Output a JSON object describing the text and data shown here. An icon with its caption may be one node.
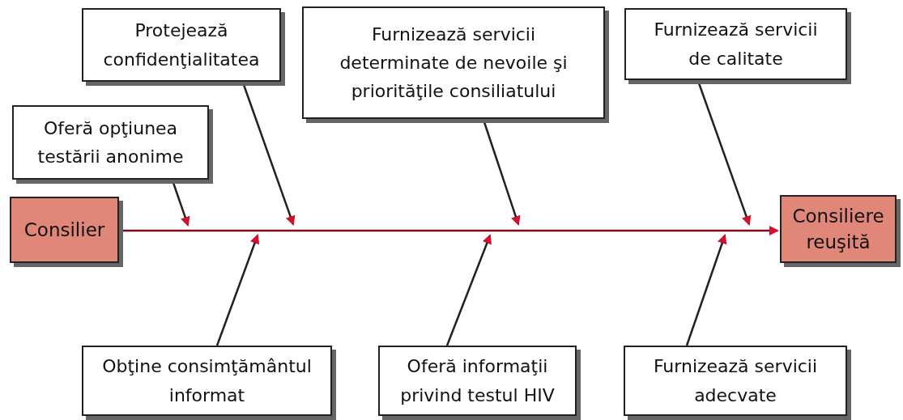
{
  "diagram": {
    "nodes": [
      {
        "text": [
          "Consilier"
        ]
      },
      {
        "text": [
          "Consiliere reuşită"
        ]
      },
      {
        "text": [
          "Oferă opţiunea testării anonime"
        ]
      },
      {
        "text": [
          "Protejează confidenţialitatea"
        ]
      },
      {
        "text": [
          "Furnizează servicii determinate de nevoile şi priorităţile consiliatului"
        ]
      },
      {
        "text": [
          "Furnizează servicii de calitate"
        ]
      },
      {
        "text": [
          "Obţine consimţământul informat"
        ]
      },
      {
        "text": [
          "Oferă informaţii privind testul HIV"
        ]
      },
      {
        "text": [
          "Furnizează servicii adecvate"
        ]
      }
    ],
    "edges": [
      {
        "from": 0,
        "to": 1,
        "arrow": "to"
      },
      {
        "from": 2,
        "to": null,
        "arrow": "to"
      },
      {
        "from": 3,
        "to": null,
        "arrow": "to"
      },
      {
        "from": 4,
        "to": null,
        "arrow": "to"
      },
      {
        "from": 5,
        "to": null,
        "arrow": "to"
      },
      {
        "from": 6,
        "to": null,
        "arrow": "to"
      },
      {
        "from": 7,
        "to": null,
        "arrow": "to"
      },
      {
        "from": 8,
        "to": null,
        "arrow": "to"
      }
    ]
  }
}
